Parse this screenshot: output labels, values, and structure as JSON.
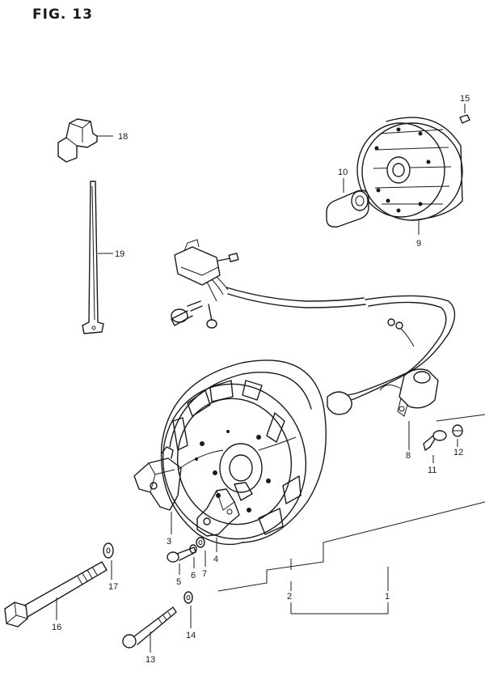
{
  "figure": {
    "title": "FIG. 13"
  },
  "callouts": {
    "c1": "1",
    "c2": "2",
    "c3": "3",
    "c4": "4",
    "c5": "5",
    "c6": "6",
    "c7": "7",
    "c8": "8",
    "c9": "9",
    "c10": "10",
    "c11": "11",
    "c12": "12",
    "c13": "13",
    "c14": "14",
    "c15": "15",
    "c16": "16",
    "c17": "17",
    "c18": "18",
    "c19": "19"
  }
}
